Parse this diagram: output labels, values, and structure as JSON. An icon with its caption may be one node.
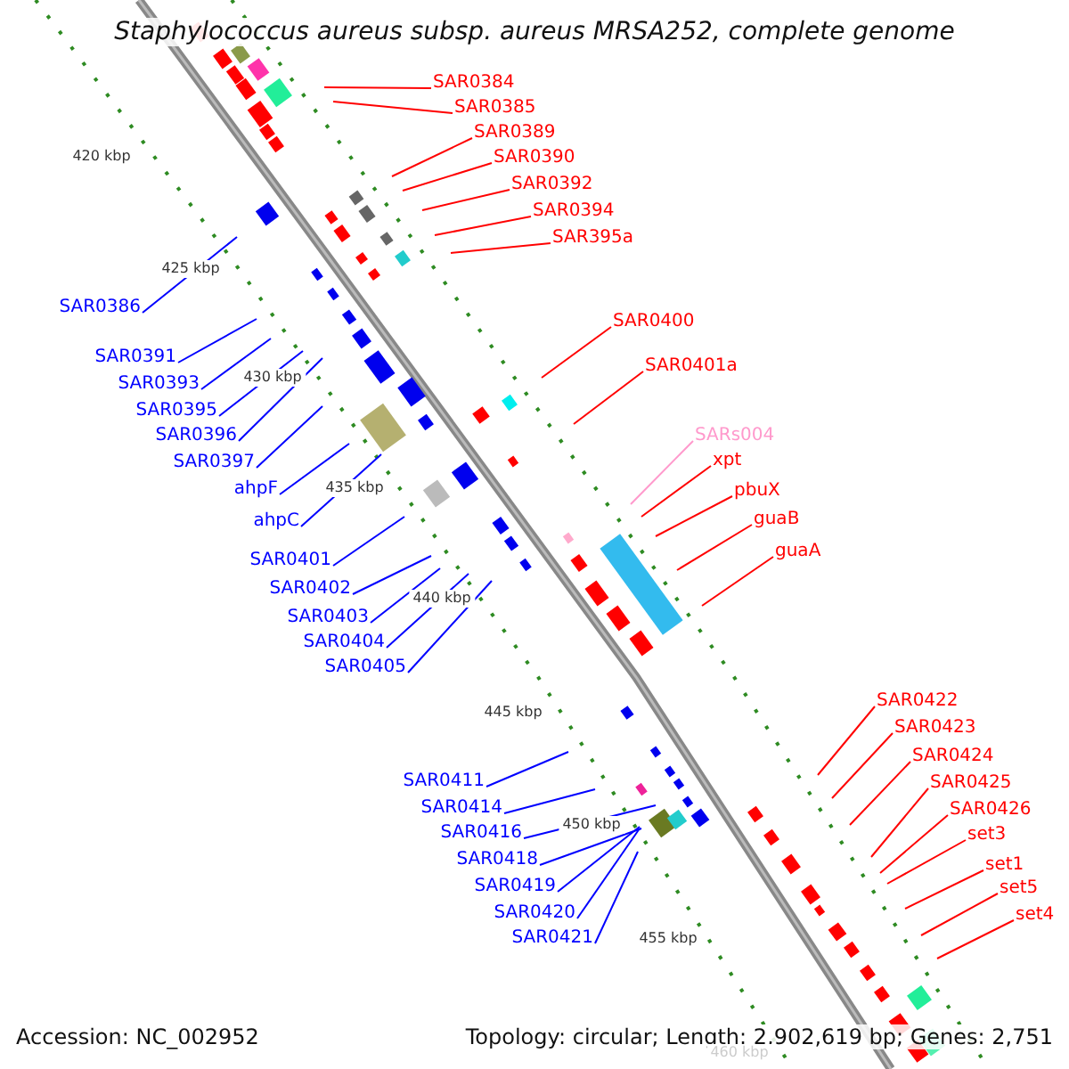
{
  "diagram": {
    "title": "Staphylococcus aureus subsp. aureus MRSA252, complete genome",
    "nodes": [
      {
        "text": [
          "SAR0384"
        ]
      },
      {
        "text": [
          "SAR0385"
        ]
      },
      {
        "text": [
          "SAR0389"
        ]
      },
      {
        "text": [
          "SAR0390"
        ]
      },
      {
        "text": [
          "SAR0392"
        ]
      },
      {
        "text": [
          "SAR0394"
        ]
      },
      {
        "text": [
          "SAR395a"
        ]
      },
      {
        "text": [
          "SAR0400"
        ]
      },
      {
        "text": [
          "SAR0401a"
        ]
      },
      {
        "text": [
          "SARs004"
        ]
      },
      {
        "text": [
          "xpt"
        ]
      },
      {
        "text": [
          "pbuX"
        ]
      },
      {
        "text": [
          "guaB"
        ]
      },
      {
        "text": [
          "guaA"
        ]
      },
      {
        "text": [
          "SAR0422"
        ]
      },
      {
        "text": [
          "SAR0423"
        ]
      },
      {
        "text": [
          "SAR0424"
        ]
      },
      {
        "text": [
          "SAR0425"
        ]
      },
      {
        "text": [
          "SAR0426"
        ]
      },
      {
        "text": [
          "set3"
        ]
      },
      {
        "text": [
          "set1"
        ]
      },
      {
        "text": [
          "set5"
        ]
      },
      {
        "text": [
          "set4"
        ]
      },
      {
        "text": [
          "SAR0386"
        ]
      },
      {
        "text": [
          "SAR0391"
        ]
      },
      {
        "text": [
          "SAR0393"
        ]
      },
      {
        "text": [
          "SAR0395"
        ]
      },
      {
        "text": [
          "SAR0396"
        ]
      },
      {
        "text": [
          "SAR0397"
        ]
      },
      {
        "text": [
          "ahpF"
        ]
      },
      {
        "text": [
          "ahpC"
        ]
      },
      {
        "text": [
          "SAR0401"
        ]
      },
      {
        "text": [
          "SAR0402"
        ]
      },
      {
        "text": [
          "SAR0403"
        ]
      },
      {
        "text": [
          "SAR0404"
        ]
      },
      {
        "text": [
          "SAR0405"
        ]
      },
      {
        "text": [
          "SAR0411"
        ]
      },
      {
        "text": [
          "SAR0414"
        ]
      },
      {
        "text": [
          "SAR0416"
        ]
      },
      {
        "text": [
          "SAR0418"
        ]
      },
      {
        "text": [
          "SAR0419"
        ]
      },
      {
        "text": [
          "SAR0420"
        ]
      },
      {
        "text": [
          "SAR0421"
        ]
      }
    ],
    "edges": [
      {
        "from": 0,
        "to": null,
        "arrow": "none"
      },
      {
        "from": 1,
        "to": null,
        "arrow": "none"
      },
      {
        "from": 2,
        "to": null,
        "arrow": "none"
      },
      {
        "from": 3,
        "to": null,
        "arrow": "none"
      },
      {
        "from": 4,
        "to": null,
        "arrow": "none"
      },
      {
        "from": 5,
        "to": null,
        "arrow": "none"
      },
      {
        "from": 6,
        "to": null,
        "arrow": "none"
      },
      {
        "from": 7,
        "to": null,
        "arrow": "none"
      },
      {
        "from": 8,
        "to": null,
        "arrow": "none"
      },
      {
        "from": 9,
        "to": null,
        "arrow": "none",
        "color": "#ff99cc"
      },
      {
        "from": 10,
        "to": null,
        "arrow": "none"
      },
      {
        "from": 11,
        "to": null,
        "arrow": "none"
      },
      {
        "from": 12,
        "to": null,
        "arrow": "none"
      },
      {
        "from": 13,
        "to": null,
        "arrow": "none"
      },
      {
        "from": 14,
        "to": null,
        "arrow": "none"
      },
      {
        "from": 15,
        "to": null,
        "arrow": "none"
      },
      {
        "from": 16,
        "to": null,
        "arrow": "none"
      },
      {
        "from": 17,
        "to": null,
        "arrow": "none"
      },
      {
        "from": 18,
        "to": null,
        "arrow": "none"
      },
      {
        "from": 19,
        "to": null,
        "arrow": "none"
      },
      {
        "from": 20,
        "to": null,
        "arrow": "none"
      },
      {
        "from": 21,
        "to": null,
        "arrow": "none"
      },
      {
        "from": 22,
        "to": null,
        "arrow": "none"
      },
      {
        "from": 23,
        "to": null,
        "arrow": "none",
        "color": "#0000ff"
      },
      {
        "from": 24,
        "to": null,
        "arrow": "none",
        "color": "#0000ff"
      },
      {
        "from": 25,
        "to": null,
        "arrow": "none",
        "color": "#0000ff"
      },
      {
        "from": 26,
        "to": null,
        "arrow": "none",
        "color": "#0000ff"
      },
      {
        "from": 27,
        "to": null,
        "arrow": "none",
        "color": "#0000ff"
      },
      {
        "from": 28,
        "to": null,
        "arrow": "none",
        "color": "#0000ff"
      },
      {
        "from": 29,
        "to": null,
        "arrow": "none",
        "color": "#0000ff"
      },
      {
        "from": 30,
        "to": null,
        "arrow": "none",
        "color": "#0000ff"
      },
      {
        "from": 31,
        "to": null,
        "arrow": "none",
        "color": "#0000ff"
      },
      {
        "from": 32,
        "to": null,
        "arrow": "none",
        "color": "#0000ff"
      },
      {
        "from": 33,
        "to": null,
        "arrow": "none",
        "color": "#0000ff"
      },
      {
        "from": 34,
        "to": null,
        "arrow": "none",
        "color": "#0000ff"
      },
      {
        "from": 35,
        "to": null,
        "arrow": "none",
        "color": "#0000ff"
      },
      {
        "from": 36,
        "to": null,
        "arrow": "none",
        "color": "#0000ff"
      },
      {
        "from": 37,
        "to": null,
        "arrow": "none",
        "color": "#0000ff"
      },
      {
        "from": 38,
        "to": null,
        "arrow": "none",
        "color": "#0000ff"
      },
      {
        "from": 39,
        "to": null,
        "arrow": "none",
        "color": "#0000ff"
      },
      {
        "from": 40,
        "to": null,
        "arrow": "none",
        "color": "#0000ff"
      },
      {
        "from": 41,
        "to": null,
        "arrow": "none",
        "color": "#0000ff"
      },
      {
        "from": 42,
        "to": null,
        "arrow": "none",
        "color": "#0000ff"
      }
    ],
    "labels": [
      "420 kbp",
      "425 kbp",
      "430 kbp",
      "435 kbp",
      "440 kbp",
      "445 kbp",
      "450 kbp",
      "455 kbp",
      "460 kbp",
      "Accession: NC_002952",
      "Topology: circular; Length: 2,902,619 bp; Genes: 2,751"
    ]
  }
}
